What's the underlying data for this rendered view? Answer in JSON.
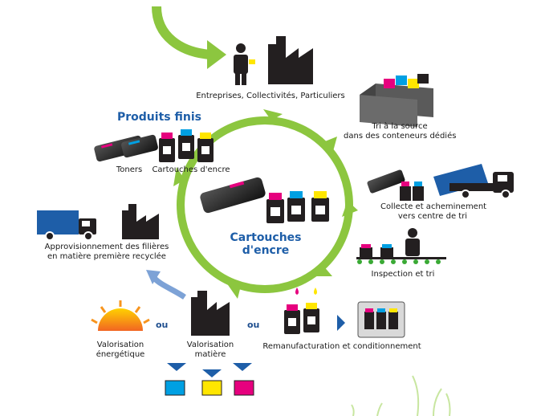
{
  "labels": {
    "source": "Entreprises, Collectivités, Particuliers",
    "sorting_line1": "Tri à la source",
    "sorting_line2": "dans des conteneurs dédiés",
    "collection_line1": "Collecte et acheminement",
    "collection_line2": "vers centre de tri",
    "inspection": "Inspection et tri",
    "center": "Cartouches d'encre",
    "finished_title": "Produits finis",
    "toners": "Toners",
    "cartridges": "Cartouches d'encre",
    "supply_line1": "Approvisionnement des filières",
    "supply_line2": "en matière première recyclée",
    "energy_line1": "Valorisation",
    "energy_line2": "énergétique",
    "material_line1": "Valorisation",
    "material_line2": "matière",
    "reman": "Remanufacturation et conditionnement",
    "or": "ou"
  },
  "colors": {
    "cycle_green": "#8cc63f",
    "dark": "#231f20",
    "magenta": "#e6007e",
    "cyan": "#00a0e3",
    "yellow": "#ffe600",
    "truck_blue": "#1e5ea8",
    "title_blue": "#1e5ea8"
  },
  "icons": [
    "person-icon",
    "factory-icon",
    "bin-icon",
    "truck-icon",
    "cartridge-icon",
    "toner-icon",
    "sun-icon",
    "conveyor-icon",
    "arrow-icon"
  ]
}
